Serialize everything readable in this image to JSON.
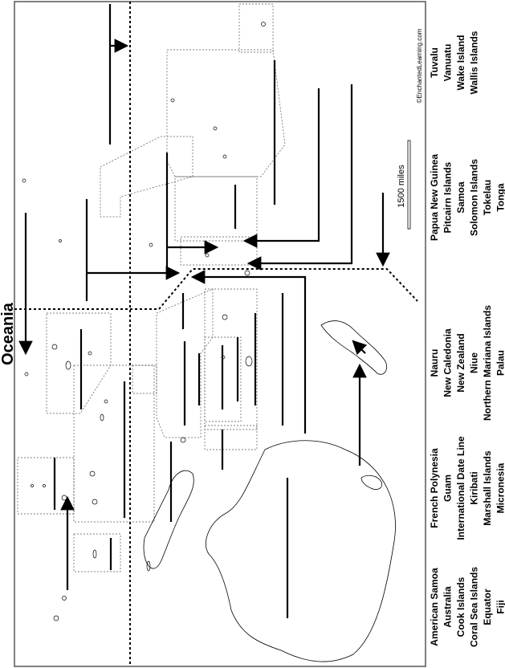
{
  "title": "Oceania",
  "copyright": "©EnchantedLearning.com",
  "scale_label": "1500 miles",
  "word_bank": [
    [
      "American Samoa",
      "Australia",
      "Cook Islands",
      "Coral Sea Islands",
      "Equator",
      "Fiji"
    ],
    [
      "French Polynesia",
      "Guam",
      "International Date Line",
      "Kiribati",
      "Marshall Islands",
      "Micronesia"
    ],
    [
      "Nauru",
      "New Caledonia",
      "New Zealand",
      "Niue",
      "Northern Mariana Islands",
      "Palau"
    ],
    [
      "Papua New Guinea",
      "Pitcairn Islands",
      "Samoa",
      "Solomon Islands",
      "Tokelau",
      "Tonga"
    ],
    [
      "Tuvalu",
      "Vanuatu",
      "Wake Island",
      "Wallis Islands"
    ]
  ]
}
